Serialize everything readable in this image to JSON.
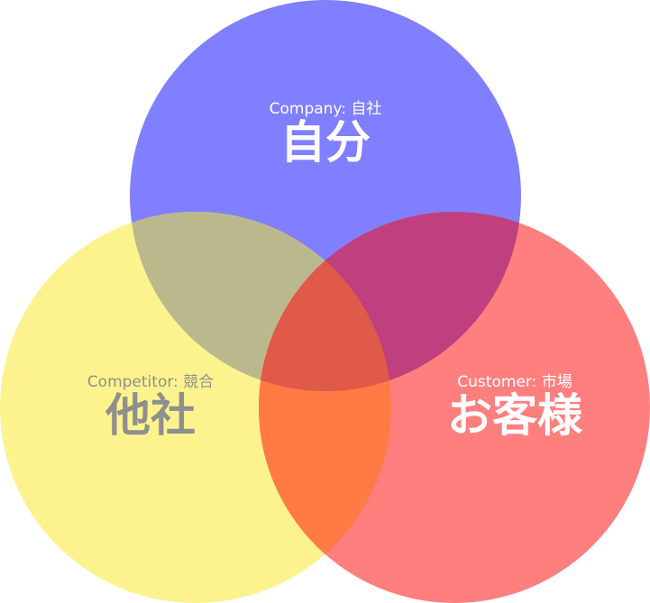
{
  "colors": {
    "company": "#7f7fff",
    "competitor": "#fcf38e",
    "customer": "#ff7f7f",
    "company_competitor": "#bcb88e",
    "company_customer": "#bf3f7f",
    "competitor_customer": "#ff7a45",
    "all": "#df5a48"
  },
  "company": {
    "sub": "Company: 自社",
    "main": "自分"
  },
  "competitor": {
    "sub": "Competitor: 競合",
    "main": "他社"
  },
  "customer": {
    "sub": "Customer: 市場",
    "main": "お客様"
  }
}
